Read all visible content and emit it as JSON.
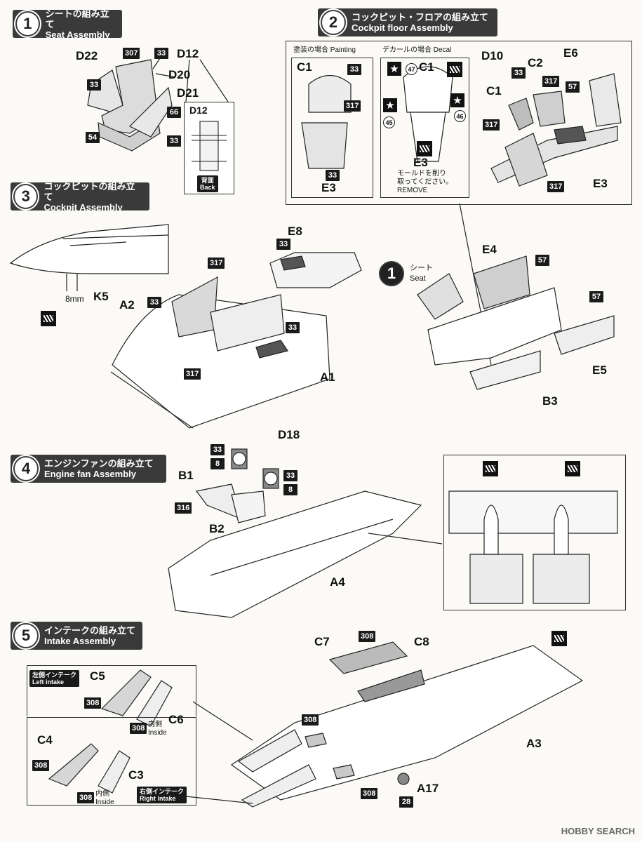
{
  "steps": [
    {
      "num": "1",
      "jp": "シートの組み立て",
      "en": "Seat Assembly"
    },
    {
      "num": "2",
      "jp": "コックピット・フロアの組み立て",
      "en": "Cockpit floor Assembly"
    },
    {
      "num": "3",
      "jp": "コックピットの組み立て",
      "en": "Cockpit Assembly"
    },
    {
      "num": "4",
      "jp": "エンジンファンの組み立て",
      "en": "Engine fan Assembly"
    },
    {
      "num": "5",
      "jp": "インテークの組み立て",
      "en": "Intake Assembly"
    }
  ],
  "step1": {
    "parts": {
      "d22": "D22",
      "d12": "D12",
      "d20": "D20",
      "d21": "D21"
    },
    "colors": {
      "c307": "307",
      "c33a": "33",
      "c33b": "33",
      "c54": "54",
      "c66": "66",
      "c33c": "33"
    },
    "inset": {
      "part": "D12",
      "tag_jp": "背面",
      "tag_en": "Back"
    }
  },
  "step2": {
    "painting": {
      "title": "塗装の場合 Painting",
      "part": "C1",
      "c33": "33",
      "c317": "317",
      "c33b": "33",
      "part_e3": "E3"
    },
    "decal": {
      "title": "デカールの場合 Decal",
      "part": "C1",
      "d47": "47",
      "d45": "45",
      "d46": "46",
      "part_e3": "E3",
      "remove_jp1": "モールドを削り",
      "remove_jp2": "取ってください。",
      "remove_en": "REMOVE"
    },
    "parts": {
      "d10": "D10",
      "c2": "C2",
      "c1": "C1",
      "e6": "E6",
      "e3": "E3"
    },
    "colors": {
      "c33": "33",
      "c317a": "317",
      "c57": "57",
      "c317b": "317",
      "c317c": "317"
    }
  },
  "step3": {
    "parts": {
      "k5": "K5",
      "a2": "A2",
      "e8": "E8",
      "a1": "A1",
      "e4": "E4",
      "e5": "E5",
      "b3": "B3"
    },
    "dim": "8mm",
    "colors": {
      "c317a": "317",
      "c33a": "33",
      "c33b": "33",
      "c33c": "33",
      "c317b": "317",
      "c57a": "57",
      "c57b": "57"
    },
    "seat_ref": {
      "num": "1",
      "jp": "シート",
      "en": "Seat"
    }
  },
  "step4": {
    "parts": {
      "d18": "D18",
      "b1": "B1",
      "b2": "B2",
      "a4": "A4"
    },
    "colors": {
      "c33a": "33",
      "c8a": "8",
      "c33b": "33",
      "c8b": "8",
      "c316": "316"
    }
  },
  "step5": {
    "parts": {
      "c7": "C7",
      "c8": "C8",
      "c5": "C5",
      "c6": "C6",
      "c4": "C4",
      "c3": "C3",
      "a3": "A3",
      "a17": "A17"
    },
    "colors": {
      "c308a": "308",
      "c308b": "308",
      "c308c": "308",
      "c308d": "308",
      "c308e": "308",
      "c308f": "308",
      "c308g": "308",
      "c28": "28"
    },
    "left_intake": {
      "jp": "左側インテーク",
      "en": "Left intake"
    },
    "right_intake": {
      "jp": "右側インテーク",
      "en": "Right intake"
    },
    "inside_jp": "内側",
    "inside_en": "Inside"
  },
  "watermark": "HOBBY SEARCH"
}
